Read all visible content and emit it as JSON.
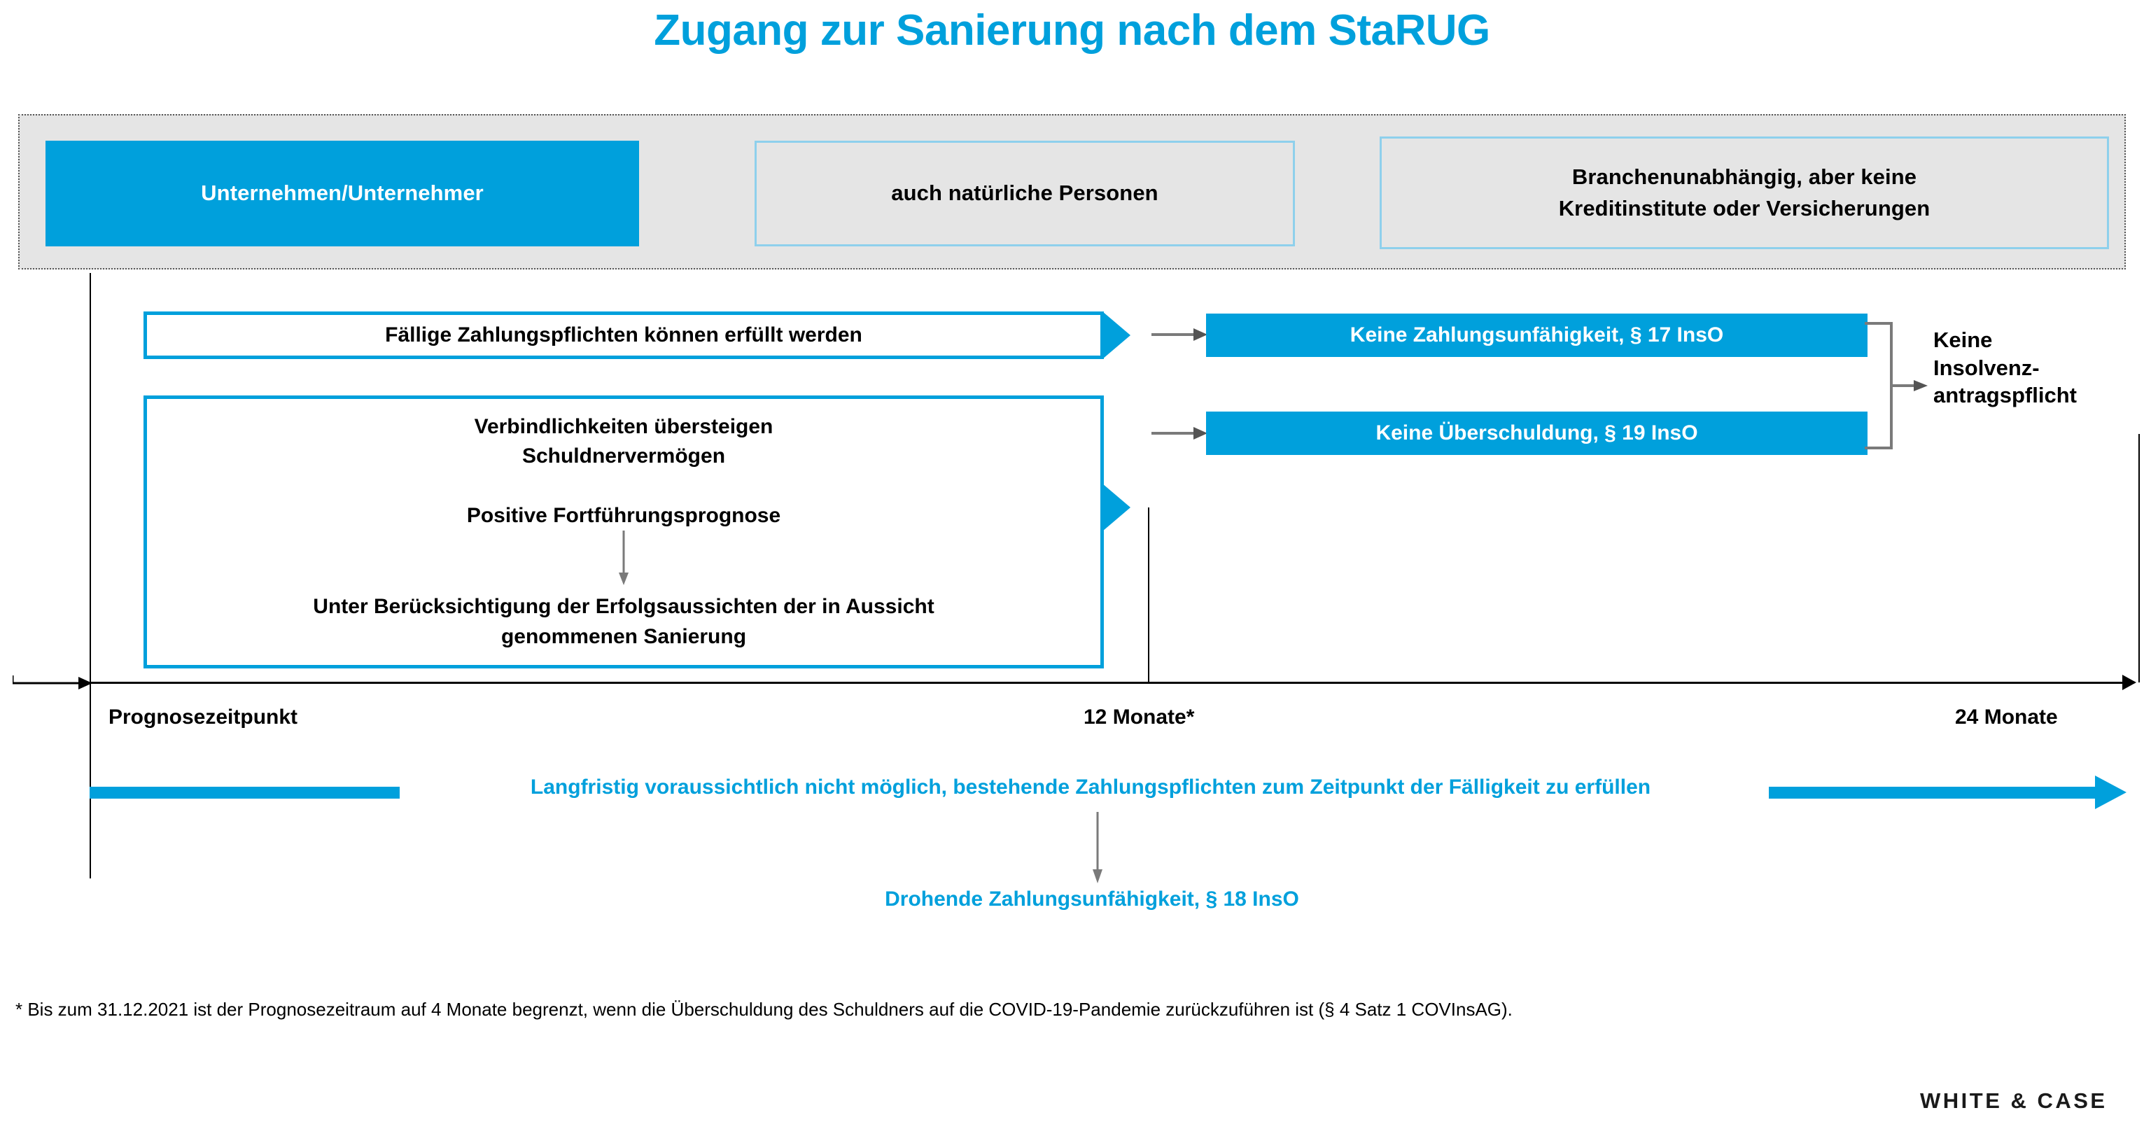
{
  "colors": {
    "brand_blue": "#00A0DC",
    "light_blue_border": "#8ED0EC",
    "banner_bg": "#E5E5E5",
    "connector_gray": "#7A7A7A",
    "black": "#000000",
    "white": "#FFFFFF"
  },
  "page": {
    "title": "Zugang zur Sanierung nach dem StaRUG"
  },
  "banner": {
    "boxes": [
      {
        "label": "Unternehmen/Unternehmer",
        "style": "filled"
      },
      {
        "label": "auch natürliche Personen",
        "style": "outline"
      },
      {
        "line1": "Branchenunabhängig, aber keine",
        "line2": "Kreditinstitute oder Versicherungen",
        "style": "outline"
      }
    ]
  },
  "criteria": {
    "chevron_1": {
      "label": "Fällige Zahlungspflichten können erfüllt werden"
    },
    "chevron_2": {
      "line1": "Verbindlichkeiten übersteigen",
      "line2": "Schuldnervermögen",
      "line3": "Positive Fortführungsprognose",
      "line4": "Unter Berücksichtigung der Erfolgsaussichten der in Aussicht",
      "line5": "genommenen Sanierung"
    }
  },
  "results": {
    "boxes": [
      {
        "label": "Keine Zahlungsunfähigkeit, § 17 InsO"
      },
      {
        "label": "Keine Überschuldung, § 19 InsO"
      }
    ],
    "conclusion_line1": "Keine",
    "conclusion_line2": "Insolvenz-",
    "conclusion_line3": "antragspflicht"
  },
  "timeline": {
    "labels": [
      "Prognosezeitpunkt",
      "12 Monate*",
      "24 Monate"
    ],
    "blue_caption": "Langfristig voraussichtlich nicht möglich, bestehende Zahlungspflichten zum Zeitpunkt der Fälligkeit zu erfüllen",
    "drohend_label": "Drohende Zahlungsunfähigkeit, § 18 InsO"
  },
  "footnote": {
    "text": "* Bis zum 31.12.2021 ist der Prognosezeitraum auf 4 Monate begrenzt, wenn die Überschuldung des Schuldners auf die COVID-19-Pandemie zurückzuführen ist (§ 4 Satz 1 COVInsAG)."
  },
  "footer": {
    "logo": "WHITE & CASE"
  }
}
